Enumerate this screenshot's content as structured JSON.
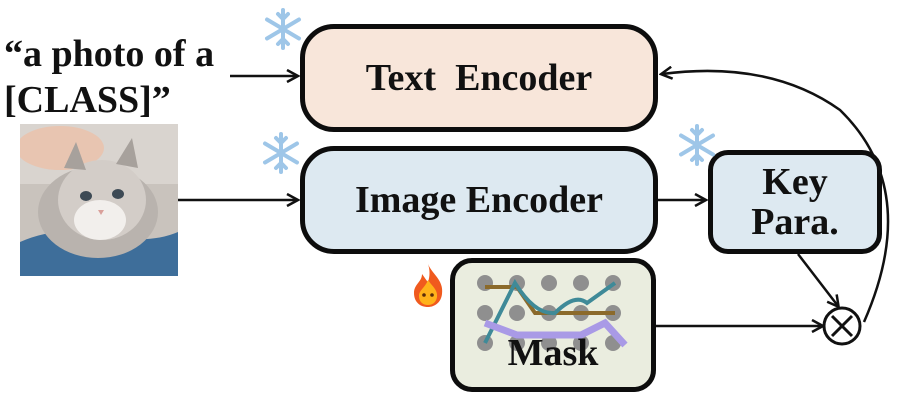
{
  "prompt": {
    "line1": "“a photo of a",
    "line2": "[CLASS]”"
  },
  "text_encoder": {
    "label": "Text  Encoder"
  },
  "image_encoder": {
    "label": "Image Encoder"
  },
  "key_para": {
    "line1": "Key",
    "line2": "Para."
  },
  "mask": {
    "label": "Mask"
  },
  "icons": {
    "frozen": "snowflake-icon",
    "trainable": "fire-icon",
    "combine": "multiply-circle-icon"
  },
  "colors": {
    "text_encoder_fill": "#f8e6da",
    "image_encoder_fill": "#dde9f1",
    "mask_fill": "#eaeddf",
    "mask_path_brown": "#8b6a2b",
    "mask_path_teal": "#3f8a98",
    "mask_path_purple": "#a99ae6"
  }
}
